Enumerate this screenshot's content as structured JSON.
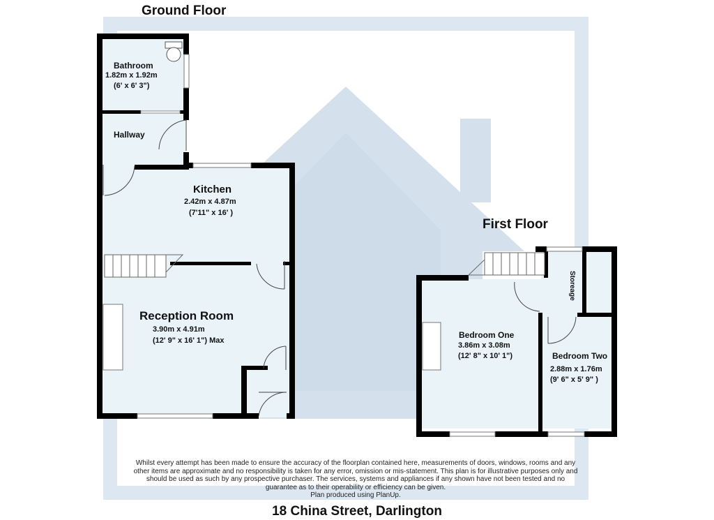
{
  "floors": {
    "ground": {
      "title": "Ground Floor",
      "rooms": {
        "bathroom": {
          "name": "Bathroom",
          "metric": "1.82m x 1.92m",
          "imperial": "(6' x 6' 3\")"
        },
        "hallway": {
          "name": "Hallway"
        },
        "kitchen": {
          "name": "Kitchen",
          "metric": "2.42m x 4.87m",
          "imperial": "(7'11\" x 16' )"
        },
        "reception": {
          "name": "Reception Room",
          "metric": "3.90m x 4.91m",
          "imperial": "(12' 9\"  x 16' 1\")  Max"
        }
      }
    },
    "first": {
      "title": "First Floor",
      "rooms": {
        "storage": {
          "name": "Storeage"
        },
        "bedroom_one": {
          "name": "Bedroom One",
          "metric": "3.86m x 3.08m",
          "imperial": "(12' 8\" x 10' 1\")"
        },
        "bedroom_two": {
          "name": "Bedroom Two",
          "metric": "2.88m x 1.76m",
          "imperial": "(9' 6\" x 5' 9\" )"
        }
      }
    }
  },
  "disclaimer": {
    "line1": "Whilst every attempt has been made to ensure the accuracy of the floorplan contained here, measurements of doors, windows, rooms and any",
    "line2": "other items are approximate and no responsibility is taken for any error, omission or mis-statement. This plan is for illustrative purposes only and",
    "line3": "should be used as such by any prospective purchaser. The services, systems and appliances if any shown have not been tested and no",
    "line4": "guarantee as to their operability or efficiency can be given.",
    "line5": "Plan produced using PlanUp."
  },
  "property_title": "18 China Street, Darlington",
  "colors": {
    "floor_fill": "#eaf4f9",
    "wall": "#000000",
    "watermark": "#d7e3ee",
    "watermark_dark": "#c6d6e6"
  }
}
